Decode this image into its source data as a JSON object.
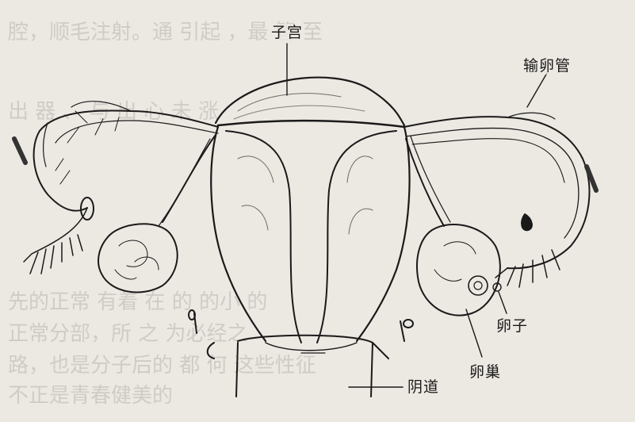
{
  "labels": {
    "uterus": "子宫",
    "fallopian_tube": "输卵管",
    "egg": "卵子",
    "ovary": "卵巢",
    "vagina": "阴道"
  },
  "colors": {
    "ink": "#1a1a1a",
    "paper": "#ece8e2",
    "bleed_through": "#b9b5b0"
  }
}
